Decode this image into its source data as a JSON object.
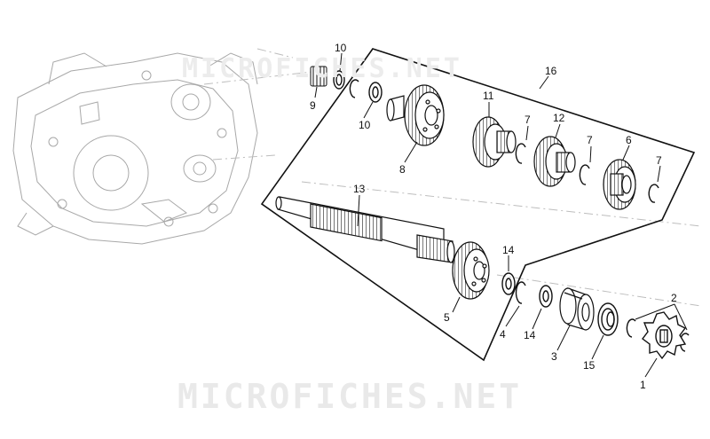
{
  "watermark": {
    "top": "MICROFICHES.NET",
    "bottom": "MICROFICHES.NET"
  },
  "callouts": {
    "c1": "1",
    "c2": "2",
    "c3": "3",
    "c4": "4",
    "c5": "5",
    "c6": "6",
    "c7a": "7",
    "c7b": "7",
    "c7c": "7",
    "c8": "8",
    "c9": "9",
    "c10a": "10",
    "c10b": "10",
    "c11": "11",
    "c12": "12",
    "c13": "13",
    "c14a": "14",
    "c14b": "14",
    "c15": "15",
    "c16": "16"
  },
  "colors": {
    "line": "#111111",
    "faint": "#9a9a9a",
    "watermark": "#e9e9e9"
  }
}
